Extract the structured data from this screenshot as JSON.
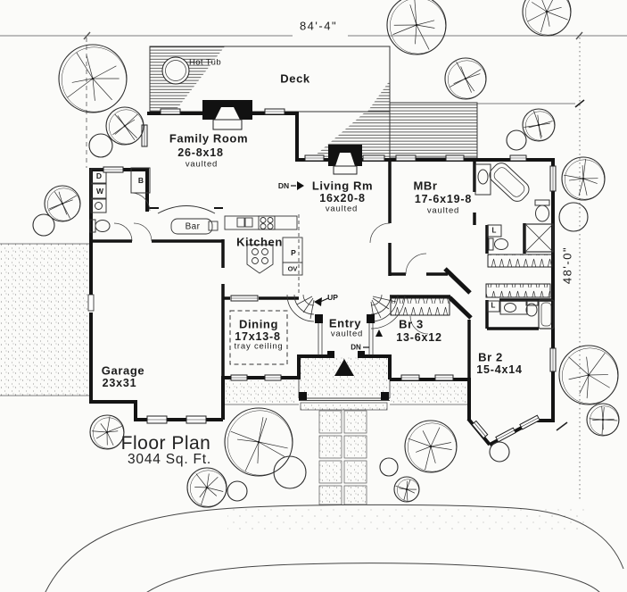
{
  "plan": {
    "title": "Floor Plan",
    "area": "3044 Sq. Ft.",
    "width_dim": "84'-4\"",
    "height_dim": "48'-0\""
  },
  "rooms": {
    "deck": {
      "label": "Deck"
    },
    "hot_tub": {
      "label": "Hot Tub"
    },
    "family_room": {
      "label": "Family Room",
      "size": "26-8x18",
      "ceiling": "vaulted"
    },
    "living_room": {
      "label": "Living Rm",
      "size": "16x20-8",
      "ceiling": "vaulted"
    },
    "master_bedroom": {
      "label": "MBr",
      "size": "17-6x19-8",
      "ceiling": "vaulted"
    },
    "kitchen": {
      "label": "Kitchen"
    },
    "bar": {
      "label": "Bar"
    },
    "dining": {
      "label": "Dining",
      "size": "17x13-8",
      "ceiling": "tray ceiling"
    },
    "entry": {
      "label": "Entry",
      "ceiling": "vaulted"
    },
    "bedroom_3": {
      "label": "Br 3",
      "size": "13-6x12"
    },
    "bedroom_2": {
      "label": "Br 2",
      "size": "15-4x14"
    },
    "garage": {
      "label": "Garage",
      "size": "23x31"
    }
  },
  "labels": {
    "up": "UP",
    "down": "DN",
    "dryer": "D",
    "washer": "W",
    "closet_b": "B",
    "pantry": "P",
    "oven": "OV",
    "linen": "L"
  }
}
